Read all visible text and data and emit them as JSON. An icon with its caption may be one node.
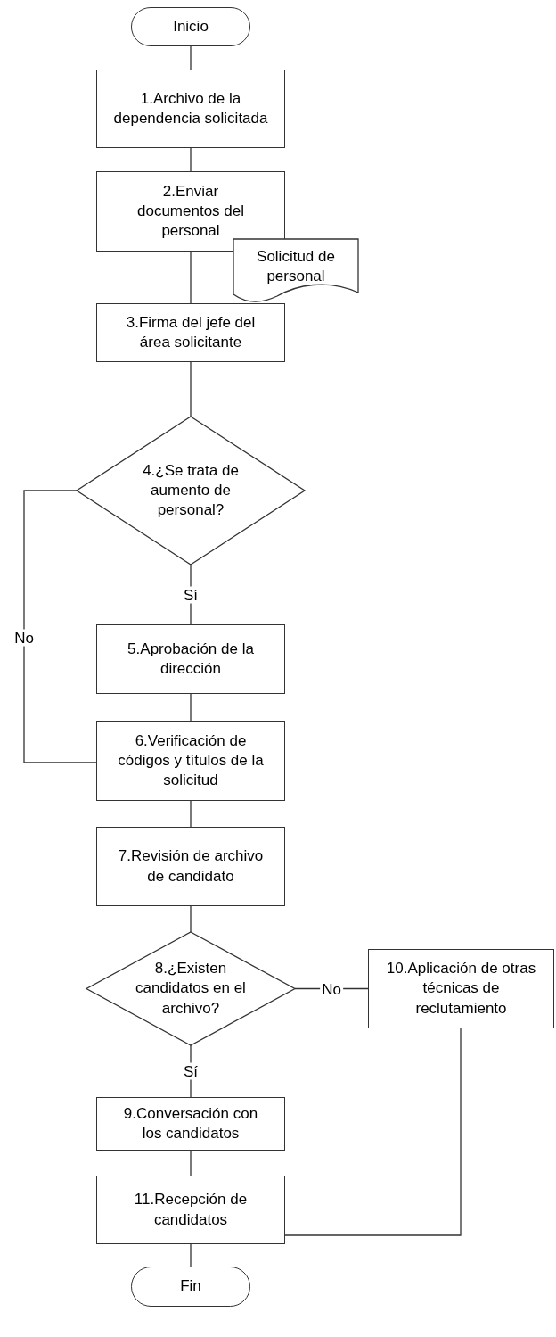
{
  "diagram": {
    "nodes": [
      {
        "text": [
          "Inicio"
        ]
      },
      {
        "text": [
          "1.Archivo de la dependencia solicitada"
        ]
      },
      {
        "text": [
          "2.Enviar documentos del personal"
        ]
      },
      {
        "text": [
          "Solicitud de personal"
        ]
      },
      {
        "text": [
          "3.Firma del jefe del área solicitante"
        ]
      },
      {
        "text": [
          "4.¿Se trata de aumento de personal?"
        ]
      },
      {
        "text": [
          "5.Aprobación de la dirección"
        ]
      },
      {
        "text": [
          "6.Verificación de códigos y títulos de la solicitud"
        ]
      },
      {
        "text": [
          "7.Revisión de archivo de candidato"
        ]
      },
      {
        "text": [
          "8.¿Existen candidatos en el archivo?"
        ]
      },
      {
        "text": [
          "10.Aplicación de otras técnicas de reclutamiento"
        ]
      },
      {
        "text": [
          "9.Conversación con los candidatos"
        ]
      },
      {
        "text": [
          "11.Recepción de candidatos"
        ]
      },
      {
        "text": [
          "Fin"
        ]
      }
    ],
    "edges": [
      {
        "from": 0,
        "to": 1,
        "arrow": "none"
      },
      {
        "from": 1,
        "to": 2,
        "arrow": "none"
      },
      {
        "from": 2,
        "to": 4,
        "arrow": "none"
      },
      {
        "from": 4,
        "to": 5,
        "arrow": "none"
      },
      {
        "from": 5,
        "to": 6,
        "arrow": "none",
        "label": "Sí"
      },
      {
        "from": 5,
        "to": 7,
        "arrow": "none",
        "label": "No"
      },
      {
        "from": 6,
        "to": 7,
        "arrow": "none"
      },
      {
        "from": 7,
        "to": 8,
        "arrow": "none"
      },
      {
        "from": 8,
        "to": 9,
        "arrow": "none"
      },
      {
        "from": 9,
        "to": 11,
        "arrow": "none",
        "label": "Sí"
      },
      {
        "from": 9,
        "to": 10,
        "arrow": "none",
        "label": "No"
      },
      {
        "from": 11,
        "to": 12,
        "arrow": "none"
      },
      {
        "from": 10,
        "to": 12,
        "arrow": "none"
      },
      {
        "from": 12,
        "to": 13,
        "arrow": "none"
      }
    ]
  }
}
